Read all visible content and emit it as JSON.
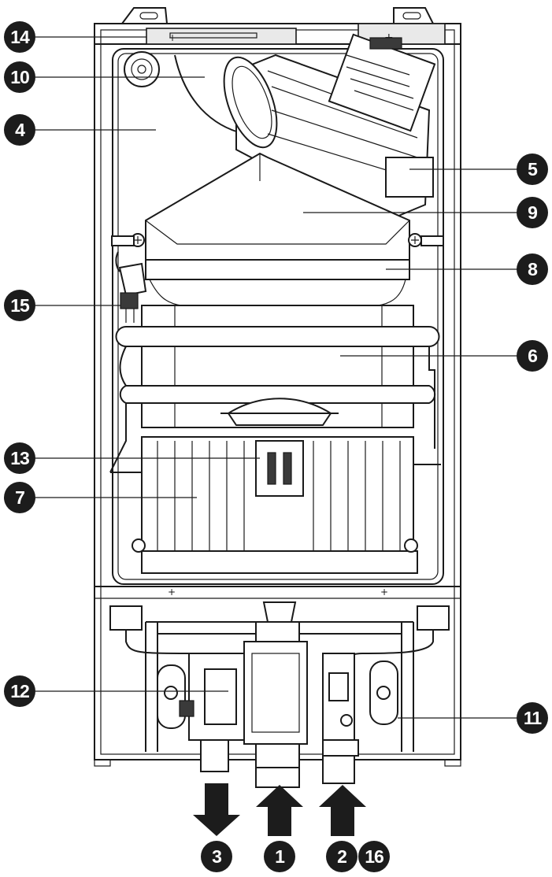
{
  "callouts": [
    {
      "id": "14",
      "label": "14"
    },
    {
      "id": "10",
      "label": "10"
    },
    {
      "id": "4",
      "label": "4"
    },
    {
      "id": "5",
      "label": "5"
    },
    {
      "id": "9",
      "label": "9"
    },
    {
      "id": "8",
      "label": "8"
    },
    {
      "id": "15",
      "label": "15"
    },
    {
      "id": "6",
      "label": "6"
    },
    {
      "id": "13",
      "label": "13"
    },
    {
      "id": "7",
      "label": "7"
    },
    {
      "id": "12",
      "label": "12"
    },
    {
      "id": "11",
      "label": "11"
    },
    {
      "id": "3",
      "label": "3"
    },
    {
      "id": "1",
      "label": "1"
    },
    {
      "id": "2",
      "label": "2"
    },
    {
      "id": "16",
      "label": "16"
    }
  ],
  "colors": {
    "line": "#1a1a1a",
    "badge": "#1c1c1c",
    "panel": "#e9e9e9"
  }
}
